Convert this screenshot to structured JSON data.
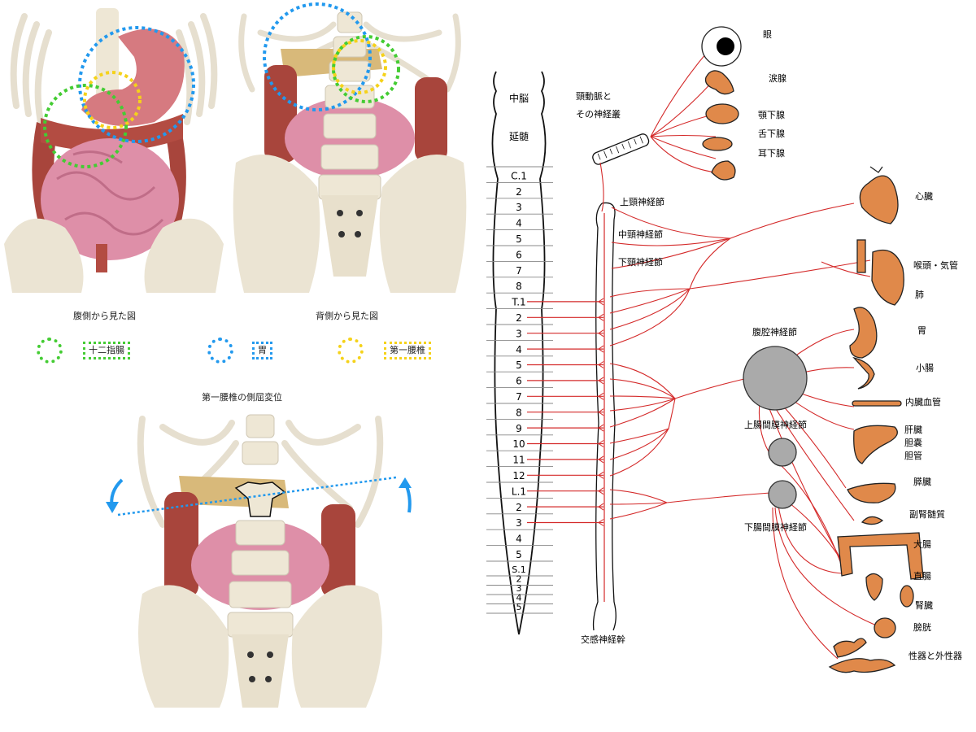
{
  "left_panel": {
    "front_view": {
      "caption": "腹側から見た図"
    },
    "back_view": {
      "caption": "背側から見た図"
    },
    "legend": [
      {
        "label": "十二指腸",
        "color": "#44cc33"
      },
      {
        "label": "胃",
        "color": "#2299ee"
      },
      {
        "label": "第一腰椎",
        "color": "#f5d21a"
      }
    ],
    "bottom_view": {
      "caption": "第一腰椎の側屈変位"
    }
  },
  "nerve_diagram": {
    "spine_labels": {
      "midbrain": "中脳",
      "medulla": "延髄"
    },
    "segments": [
      "C.1",
      "2",
      "3",
      "4",
      "5",
      "6",
      "7",
      "8",
      "T.1",
      "2",
      "3",
      "4",
      "5",
      "6",
      "7",
      "8",
      "9",
      "10",
      "11",
      "12",
      "L.1",
      "2",
      "3",
      "4",
      "5",
      "S.1",
      "2",
      "3",
      "4",
      "5"
    ],
    "carotid": {
      "line1": "頸動脈と",
      "line2": "その神経叢"
    },
    "ganglia": {
      "superior_cervical": "上頸神経節",
      "middle_cervical": "中頸神経節",
      "inferior_cervical": "下頸神経節",
      "celiac": "腹腔神経節",
      "superior_mesenteric": "上腸間膜神経節",
      "inferior_mesenteric": "下腸間膜神経節",
      "sympathetic_trunk": "交感神経幹"
    },
    "organs": [
      {
        "id": "eye",
        "label": "眼"
      },
      {
        "id": "lacrimal",
        "label": "涙腺"
      },
      {
        "id": "submandibular",
        "label": "顎下腺"
      },
      {
        "id": "sublingual",
        "label": "舌下腺"
      },
      {
        "id": "parotid",
        "label": "耳下腺"
      },
      {
        "id": "heart",
        "label": "心臓"
      },
      {
        "id": "larynx",
        "label": "喉頭・気管"
      },
      {
        "id": "lung",
        "label": "肺"
      },
      {
        "id": "stomach",
        "label": "胃"
      },
      {
        "id": "small_intestine",
        "label": "小腸"
      },
      {
        "id": "visceral_vessels",
        "label": "内臓血管"
      },
      {
        "id": "liver",
        "label": "肝臓"
      },
      {
        "id": "gallbladder",
        "label": "胆嚢"
      },
      {
        "id": "bile_duct",
        "label": "胆管"
      },
      {
        "id": "pancreas",
        "label": "膵臓"
      },
      {
        "id": "adrenal",
        "label": "副腎髄質"
      },
      {
        "id": "large_intestine",
        "label": "大腸"
      },
      {
        "id": "rectum",
        "label": "直腸"
      },
      {
        "id": "kidney",
        "label": "腎臓"
      },
      {
        "id": "bladder",
        "label": "膀胱"
      },
      {
        "id": "genitals",
        "label": "性器と外性器"
      }
    ],
    "colors": {
      "nerve": "#d42a2a",
      "organ": "#e0894a",
      "ganglion": "#aaaaaa"
    }
  }
}
